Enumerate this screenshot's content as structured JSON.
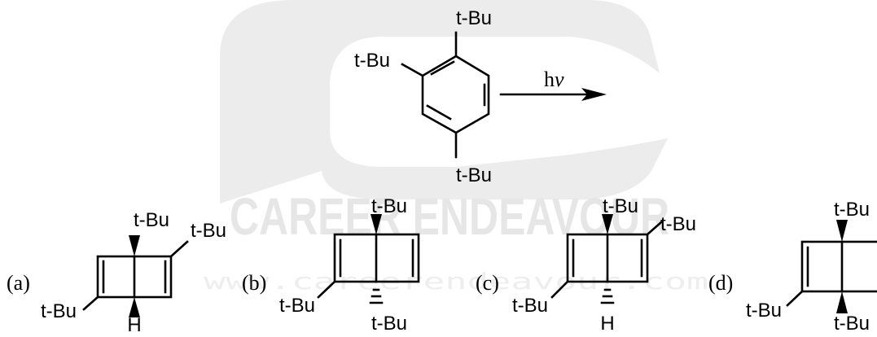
{
  "watermark": {
    "brand": "CAREER ENDEAVOUR",
    "url": "www.careerendeavour.com"
  },
  "reaction": {
    "substituent_top": "t-Bu",
    "substituent_left": "t-Bu",
    "substituent_bottom": "t-Bu",
    "arrow_label_h": "h",
    "arrow_label_nu": "ν"
  },
  "options": [
    {
      "label": "(a)",
      "top": "t-Bu",
      "right": "t-Bu",
      "left": "t-Bu",
      "bottom": "H"
    },
    {
      "label": "(b)",
      "top": "t-Bu",
      "left": "t-Bu",
      "bottom": "t-Bu"
    },
    {
      "label": "(c)",
      "top": "t-Bu",
      "right": "t-Bu",
      "left": "t-Bu",
      "bottom": "H"
    },
    {
      "label": "(d)",
      "top": "t-Bu",
      "left": "t-Bu",
      "bottom": "t-Bu"
    }
  ]
}
